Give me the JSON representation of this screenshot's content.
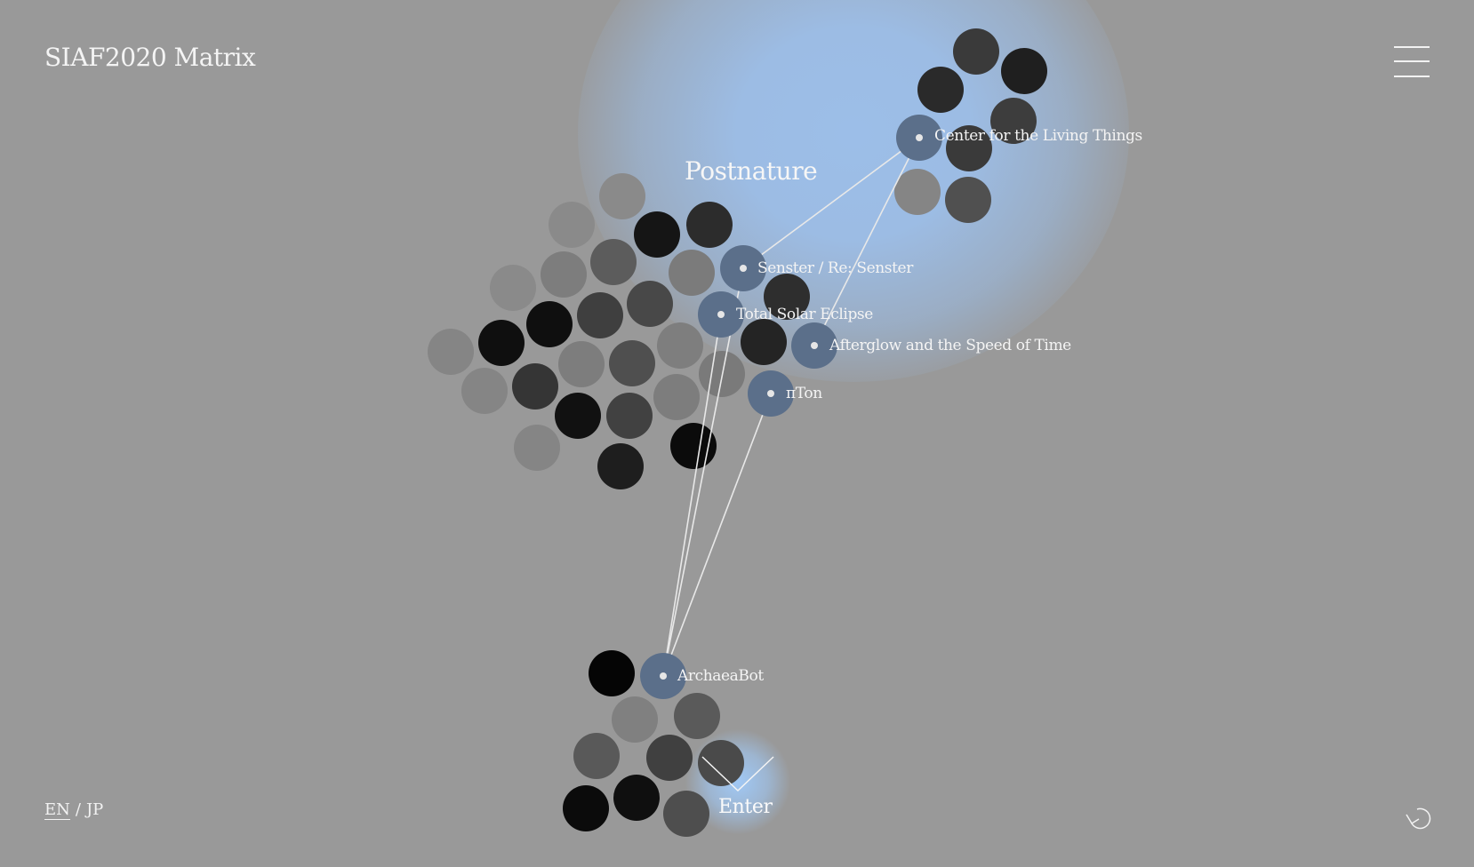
{
  "header": {
    "site_title": "SIAF2020 Matrix",
    "menu_icon": "hamburger-icon"
  },
  "cluster": {
    "title": "Postnature"
  },
  "works": [
    {
      "id": "center",
      "label": "Center for the Living Things"
    },
    {
      "id": "senster",
      "label": "Senster / Re: Senster"
    },
    {
      "id": "eclipse",
      "label": "Total Solar Eclipse"
    },
    {
      "id": "afterglow",
      "label": "Afterglow and the Speed of Time"
    },
    {
      "id": "piton",
      "label": "πTon"
    },
    {
      "id": "archaea",
      "label": "ArchaeaBot"
    }
  ],
  "enter": {
    "label": "Enter",
    "icon": "chevron-down-icon"
  },
  "footer": {
    "lang_en": "EN",
    "lang_sep": "/",
    "lang_jp": "JP",
    "active_lang": "EN",
    "reload_icon": "reload-icon"
  },
  "colors": {
    "background": "#999999",
    "highlight_node": "#5b6f8a",
    "glow": "#9cbee8",
    "text": "#f2f2f2"
  }
}
